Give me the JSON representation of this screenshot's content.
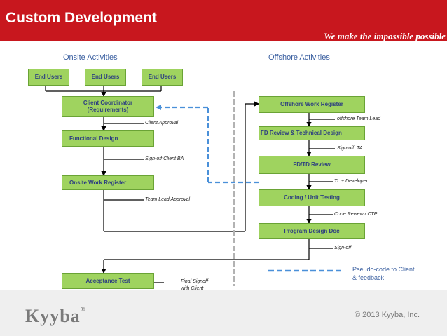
{
  "header": {
    "title": "Custom Development",
    "tagline": "We make the impossible possible",
    "bg_color": "#c8171e"
  },
  "sections": {
    "onsite": "Onsite Activities",
    "offshore": "Offshore Activities"
  },
  "onsite": {
    "end_users": [
      "End Users",
      "End Users",
      "End Users"
    ],
    "client_coordinator": "Client Coordinator",
    "client_coordinator_sub": "(Requirements)",
    "functional_design": "Functional Design",
    "work_register": "Onsite Work Register",
    "acceptance_test": "Acceptance Test",
    "labels": {
      "client_approval": "Client Approval",
      "signoff_client_ba": "Sign-off Client  BA",
      "team_lead_approval": "Team Lead Approval",
      "final_signoff_1": "Final Signoff",
      "final_signoff_2": "with Client"
    }
  },
  "offshore": {
    "work_register": "Offshore Work Register",
    "fd_review": "FD Review & Technical Design",
    "fdtd_review": "FD/TD Review",
    "coding": "Coding / Unit Testing",
    "program_design": "Program Design Doc",
    "labels": {
      "team_lead": "offshore Team Lead",
      "signoff_ta": "Sign-off: TA",
      "tl_developer": "TL + Developer",
      "code_review": "Code Review / CTP",
      "signoff": "Sign-off"
    }
  },
  "legend": {
    "line1": "Pseudo-code to Client",
    "line2": "& feedback",
    "color": "#4a90d9"
  },
  "footer": {
    "logo": "Kyyba",
    "logo_mark": "®",
    "copyright": "© 2013  Kyyba, Inc."
  }
}
